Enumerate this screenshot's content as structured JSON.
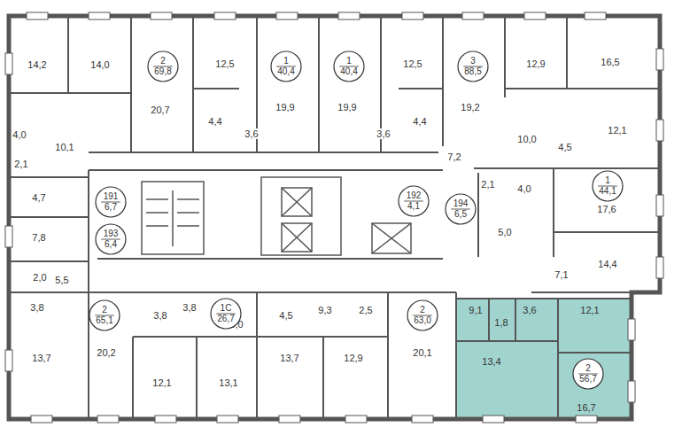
{
  "diagram": {
    "nodes": [
      {
        "text": [
          "2",
          "69,8"
        ]
      },
      {
        "text": [
          "1",
          "40,4"
        ]
      },
      {
        "text": [
          "1",
          "40,4"
        ]
      },
      {
        "text": [
          "3",
          "88,5"
        ]
      },
      {
        "text": [
          "191",
          "6,7"
        ]
      },
      {
        "text": [
          "192",
          "4,1"
        ]
      },
      {
        "text": [
          "1",
          "44,1"
        ]
      },
      {
        "text": [
          "194",
          "6,5"
        ]
      },
      {
        "text": [
          "193",
          "6,4"
        ]
      },
      {
        "text": [
          "2",
          "65,1"
        ]
      },
      {
        "text": [
          "1С",
          "26,7"
        ]
      },
      {
        "text": [
          "2",
          "63,0"
        ]
      },
      {
        "text": [
          "2",
          "56,7"
        ]
      }
    ],
    "labels": [
      "16,5",
      "12,5",
      "12,5",
      "12,9",
      "14,2",
      "14,0",
      "20,7",
      "19,9",
      "19,9",
      "19,2",
      "4,4",
      "4,4",
      "12,1",
      "3,6",
      "3,6",
      "4,0",
      "10,0",
      "10,1",
      "4,5",
      "7,2",
      "2,1",
      "2,1",
      "4,0",
      "4,7",
      "17,6",
      "5,0",
      "7,8",
      "14,4",
      "7,1",
      "2,0",
      "5,5",
      "3,8",
      "9,1",
      "3,8",
      "9,3",
      "2,5",
      "3,6",
      "12,1",
      "3,8",
      "4,5",
      "1,8",
      "6,0",
      "20,2",
      "20,1",
      "13,7",
      "13,7",
      "12,9",
      "13,4",
      "12,1",
      "13,1",
      "16,7"
    ]
  }
}
